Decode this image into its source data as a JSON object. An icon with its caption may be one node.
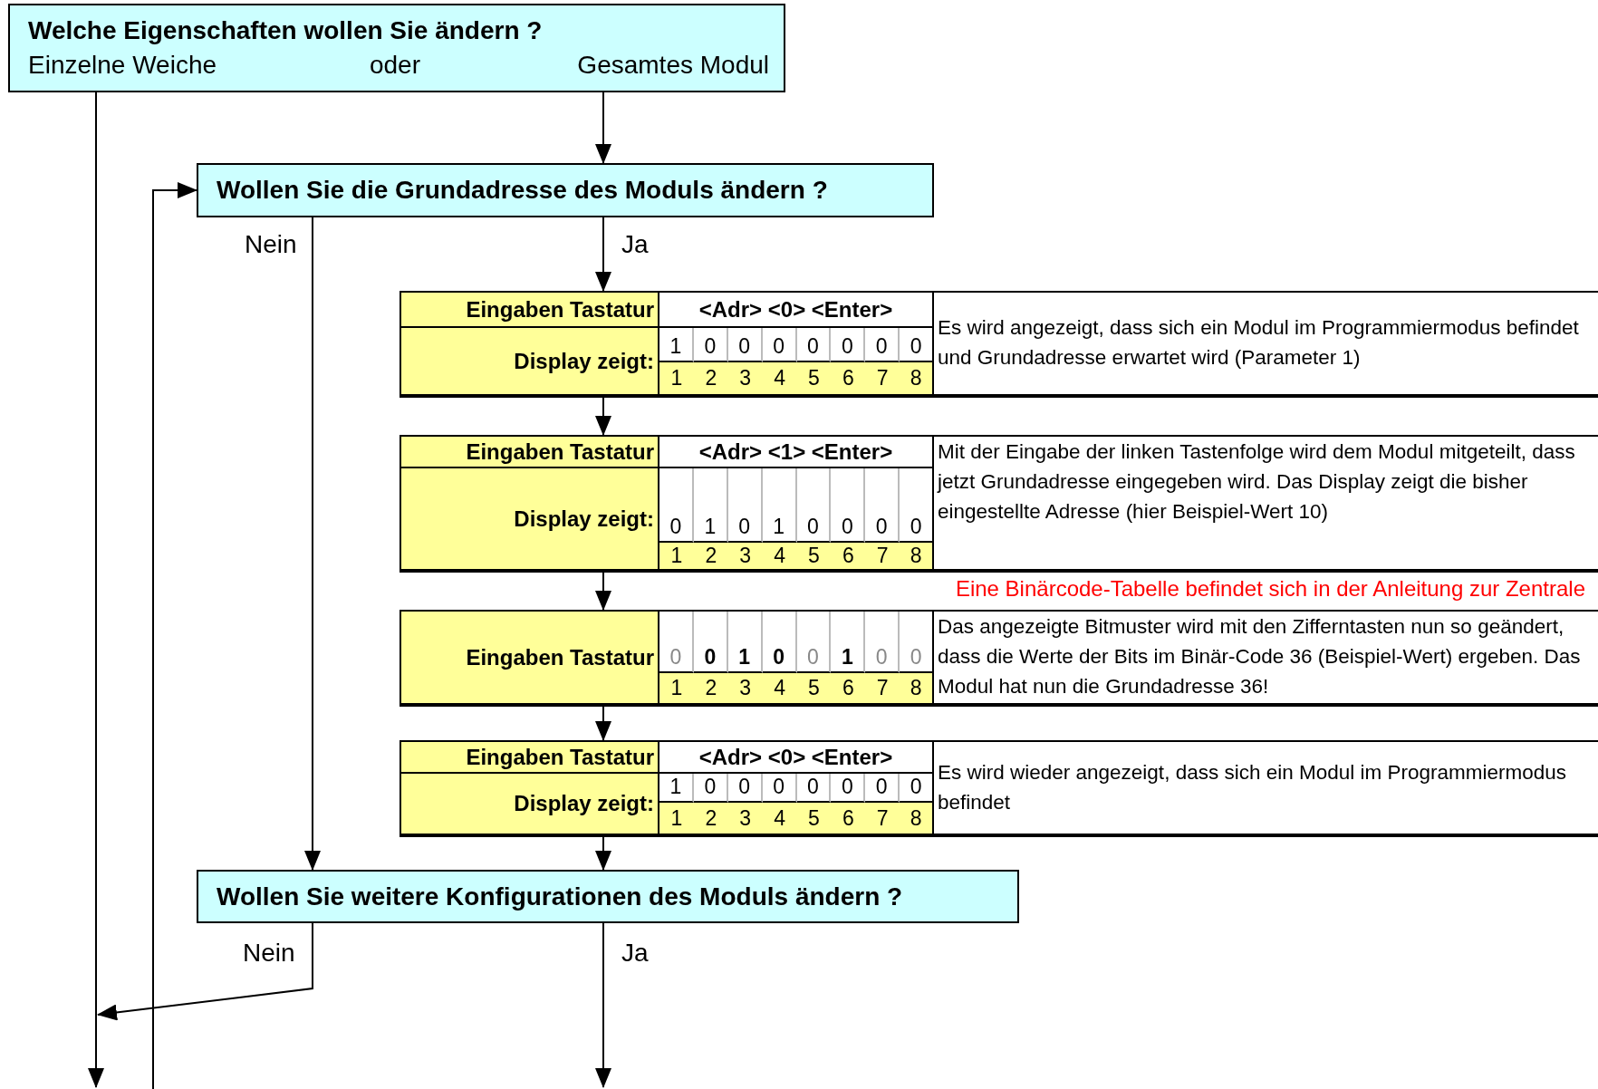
{
  "diagram": {
    "nodes": [
      {
        "text": [
          "Welche Eigenschaften wollen Sie ändern ?",
          "Einzelne Weiche",
          "oder",
          "Gesamtes Modul"
        ]
      },
      {
        "text": [
          "Wollen Sie die Grundadresse des Moduls ändern ?"
        ]
      },
      {
        "text": [
          "Eingaben Tastatur",
          "<Adr> <0> <Enter>",
          "Display zeigt:",
          "1",
          "0",
          "0",
          "0",
          "0",
          "0",
          "0",
          "0",
          "1",
          "2",
          "3",
          "4",
          "5",
          "6",
          "7",
          "8",
          "Es wird angezeigt, dass sich ein Modul im Programmiermodus befindet und Grundadresse erwartet wird (Parameter 1)"
        ]
      },
      {
        "text": [
          "Eingaben Tastatur",
          "<Adr> <1> <Enter>",
          "Display zeigt:",
          "0",
          "1",
          "0",
          "1",
          "0",
          "0",
          "0",
          "0",
          "1",
          "2",
          "3",
          "4",
          "5",
          "6",
          "7",
          "8",
          "Mit der Eingabe der linken Tastenfolge wird dem Modul mitgeteilt, dass jetzt Grundadresse eingegeben wird. Das Display zeigt die bisher eingestellte Adresse (hier Beispiel-Wert 10)"
        ]
      },
      {
        "text": [
          "Eingaben Tastatur",
          "0",
          "0",
          "1",
          "0",
          "0",
          "1",
          "0",
          "0",
          "1",
          "2",
          "3",
          "4",
          "5",
          "6",
          "7",
          "8",
          "Das angezeigte Bitmuster wird mit den Zifferntasten nun so geändert, dass die Werte der Bits im Binär-Code 36 (Beispiel-Wert) ergeben. Das Modul hat nun die Grundadresse 36!"
        ]
      },
      {
        "text": [
          "Eingaben Tastatur",
          "<Adr> <0> <Enter>",
          "Display zeigt:",
          "1",
          "0",
          "0",
          "0",
          "0",
          "0",
          "0",
          "0",
          "1",
          "2",
          "3",
          "4",
          "5",
          "6",
          "7",
          "8",
          "Es wird wieder angezeigt, dass sich ein Modul im Programmiermodus befindet"
        ]
      },
      {
        "text": [
          "Wollen Sie weitere Konfigurationen des Moduls ändern ?"
        ]
      }
    ],
    "edges": [
      {
        "from": 0,
        "to": 1,
        "arrow": "to"
      },
      {
        "from": 0,
        "to": null,
        "arrow": "to"
      },
      {
        "from": 1,
        "to": 2,
        "arrow": "to",
        "label": "Ja"
      },
      {
        "from": 1,
        "to": 6,
        "arrow": "to",
        "label": "Nein"
      },
      {
        "from": 2,
        "to": 3,
        "arrow": "to"
      },
      {
        "from": 3,
        "to": 4,
        "arrow": "to"
      },
      {
        "from": 4,
        "to": 5,
        "arrow": "to"
      },
      {
        "from": 5,
        "to": 6,
        "arrow": "to"
      },
      {
        "from": 6,
        "to": null,
        "arrow": "to",
        "label": "Ja"
      },
      {
        "from": 6,
        "to": null,
        "arrow": "to",
        "label": "Nein"
      },
      {
        "from": null,
        "to": 1,
        "arrow": "to"
      }
    ],
    "labels": [
      "Eine Binärcode-Tabelle befindet sich in der Anleitung zur Zentrale"
    ]
  }
}
